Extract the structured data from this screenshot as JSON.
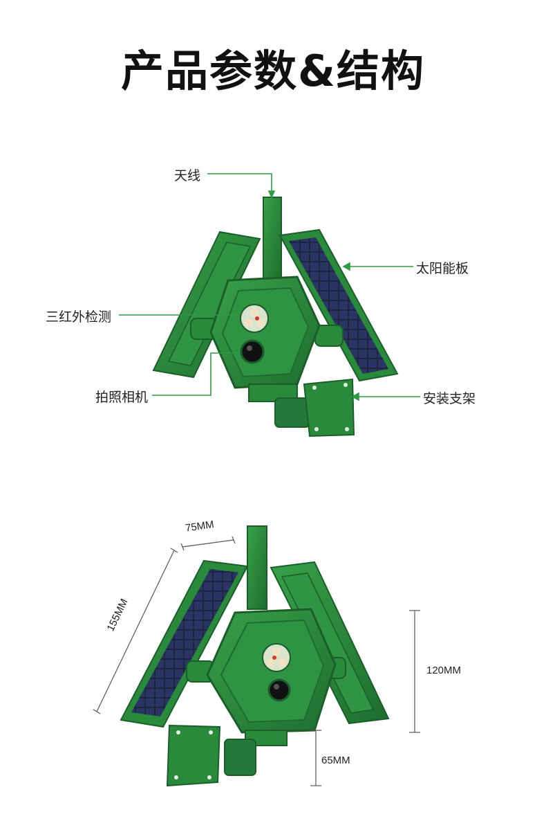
{
  "title": "产品参数&结构",
  "callouts": {
    "antenna": "天线",
    "solar_panel": "太阳能板",
    "pir_sensor": "三红外检测",
    "camera": "拍照相机",
    "bracket": "安装支架"
  },
  "dimensions": {
    "panel_width": "75MM",
    "panel_length": "155MM",
    "body_height": "120MM",
    "bracket_height": "65MM"
  },
  "colors": {
    "device_green": "#2a8a3c",
    "device_dark": "#1d6a2c",
    "callout_line": "#2e9a44",
    "solar_cell": "#1c2440"
  }
}
